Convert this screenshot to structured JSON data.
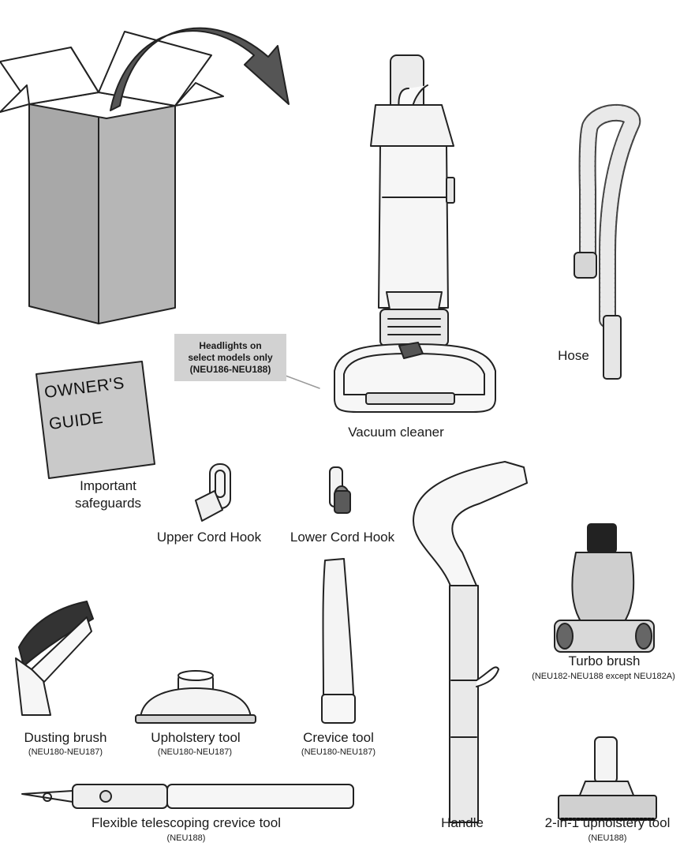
{
  "guide": {
    "line1": "OWNER'S",
    "line2": "GUIDE",
    "caption_line1": "Important",
    "caption_line2": "safeguards"
  },
  "callout": {
    "line1": "Headlights on",
    "line2": "select models only",
    "line3": "(NEU186-NEU188)"
  },
  "labels": {
    "vacuum_cleaner": "Vacuum cleaner",
    "hose": "Hose",
    "upper_cord_hook": "Upper Cord Hook",
    "lower_cord_hook": "Lower Cord Hook",
    "turbo_brush": "Turbo brush",
    "turbo_brush_models": "(NEU182-NEU188 except NEU182A)",
    "dusting_brush": "Dusting brush",
    "dusting_brush_models": "(NEU180-NEU187)",
    "upholstery_tool": "Upholstery tool",
    "upholstery_tool_models": "(NEU180-NEU187)",
    "crevice_tool": "Crevice tool",
    "crevice_tool_models": "(NEU180-NEU187)",
    "flexible_crevice_tool": "Flexible telescoping crevice tool",
    "flexible_crevice_tool_models": "(NEU188)",
    "handle": "Handle",
    "two_in_one_tool": "2-in-1 upholstery tool",
    "two_in_one_tool_models": "(NEU188)"
  }
}
